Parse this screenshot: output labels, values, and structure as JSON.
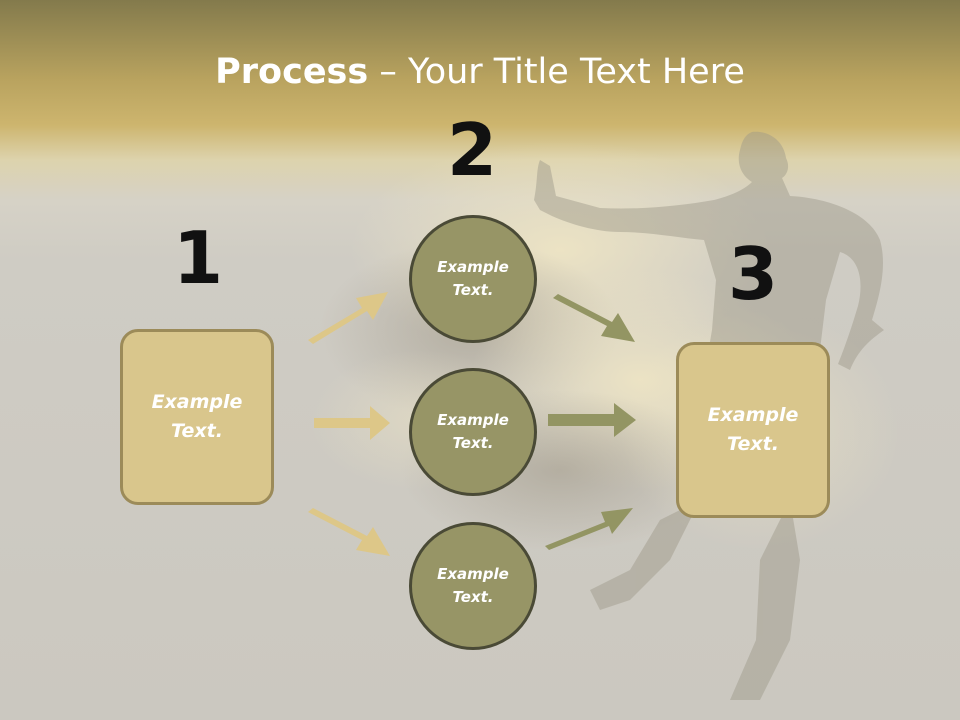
{
  "title": {
    "strong": "Process",
    "rest": " – Your Title Text Here"
  },
  "steps": [
    {
      "number": "1",
      "box_text": "Example Text."
    },
    {
      "number": "2",
      "circle_texts": [
        "Example Text.",
        "Example Text.",
        "Example Text."
      ]
    },
    {
      "number": "3",
      "box_text": "Example Text."
    }
  ],
  "colors": {
    "box_fill": "#d9c68c",
    "box_border": "#9c8b59",
    "circle_fill": "#979566",
    "circle_border": "#4a4a36",
    "arrow_light": "#ddc788",
    "arrow_dark": "#939563",
    "title_band": "#c7af6a"
  }
}
